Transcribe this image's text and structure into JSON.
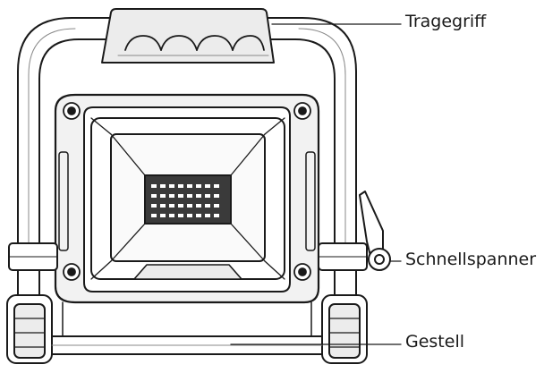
{
  "labels": {
    "handle": "Tragegriff",
    "quick_clamp": "Schnellspanner",
    "frame": "Gestell"
  },
  "colors": {
    "line": "#1a1a1a",
    "panel_fill": "#d8d8d8",
    "body_fill": "#bdbdbd",
    "led_fill": "#3a3a3a",
    "background": "#ffffff"
  }
}
